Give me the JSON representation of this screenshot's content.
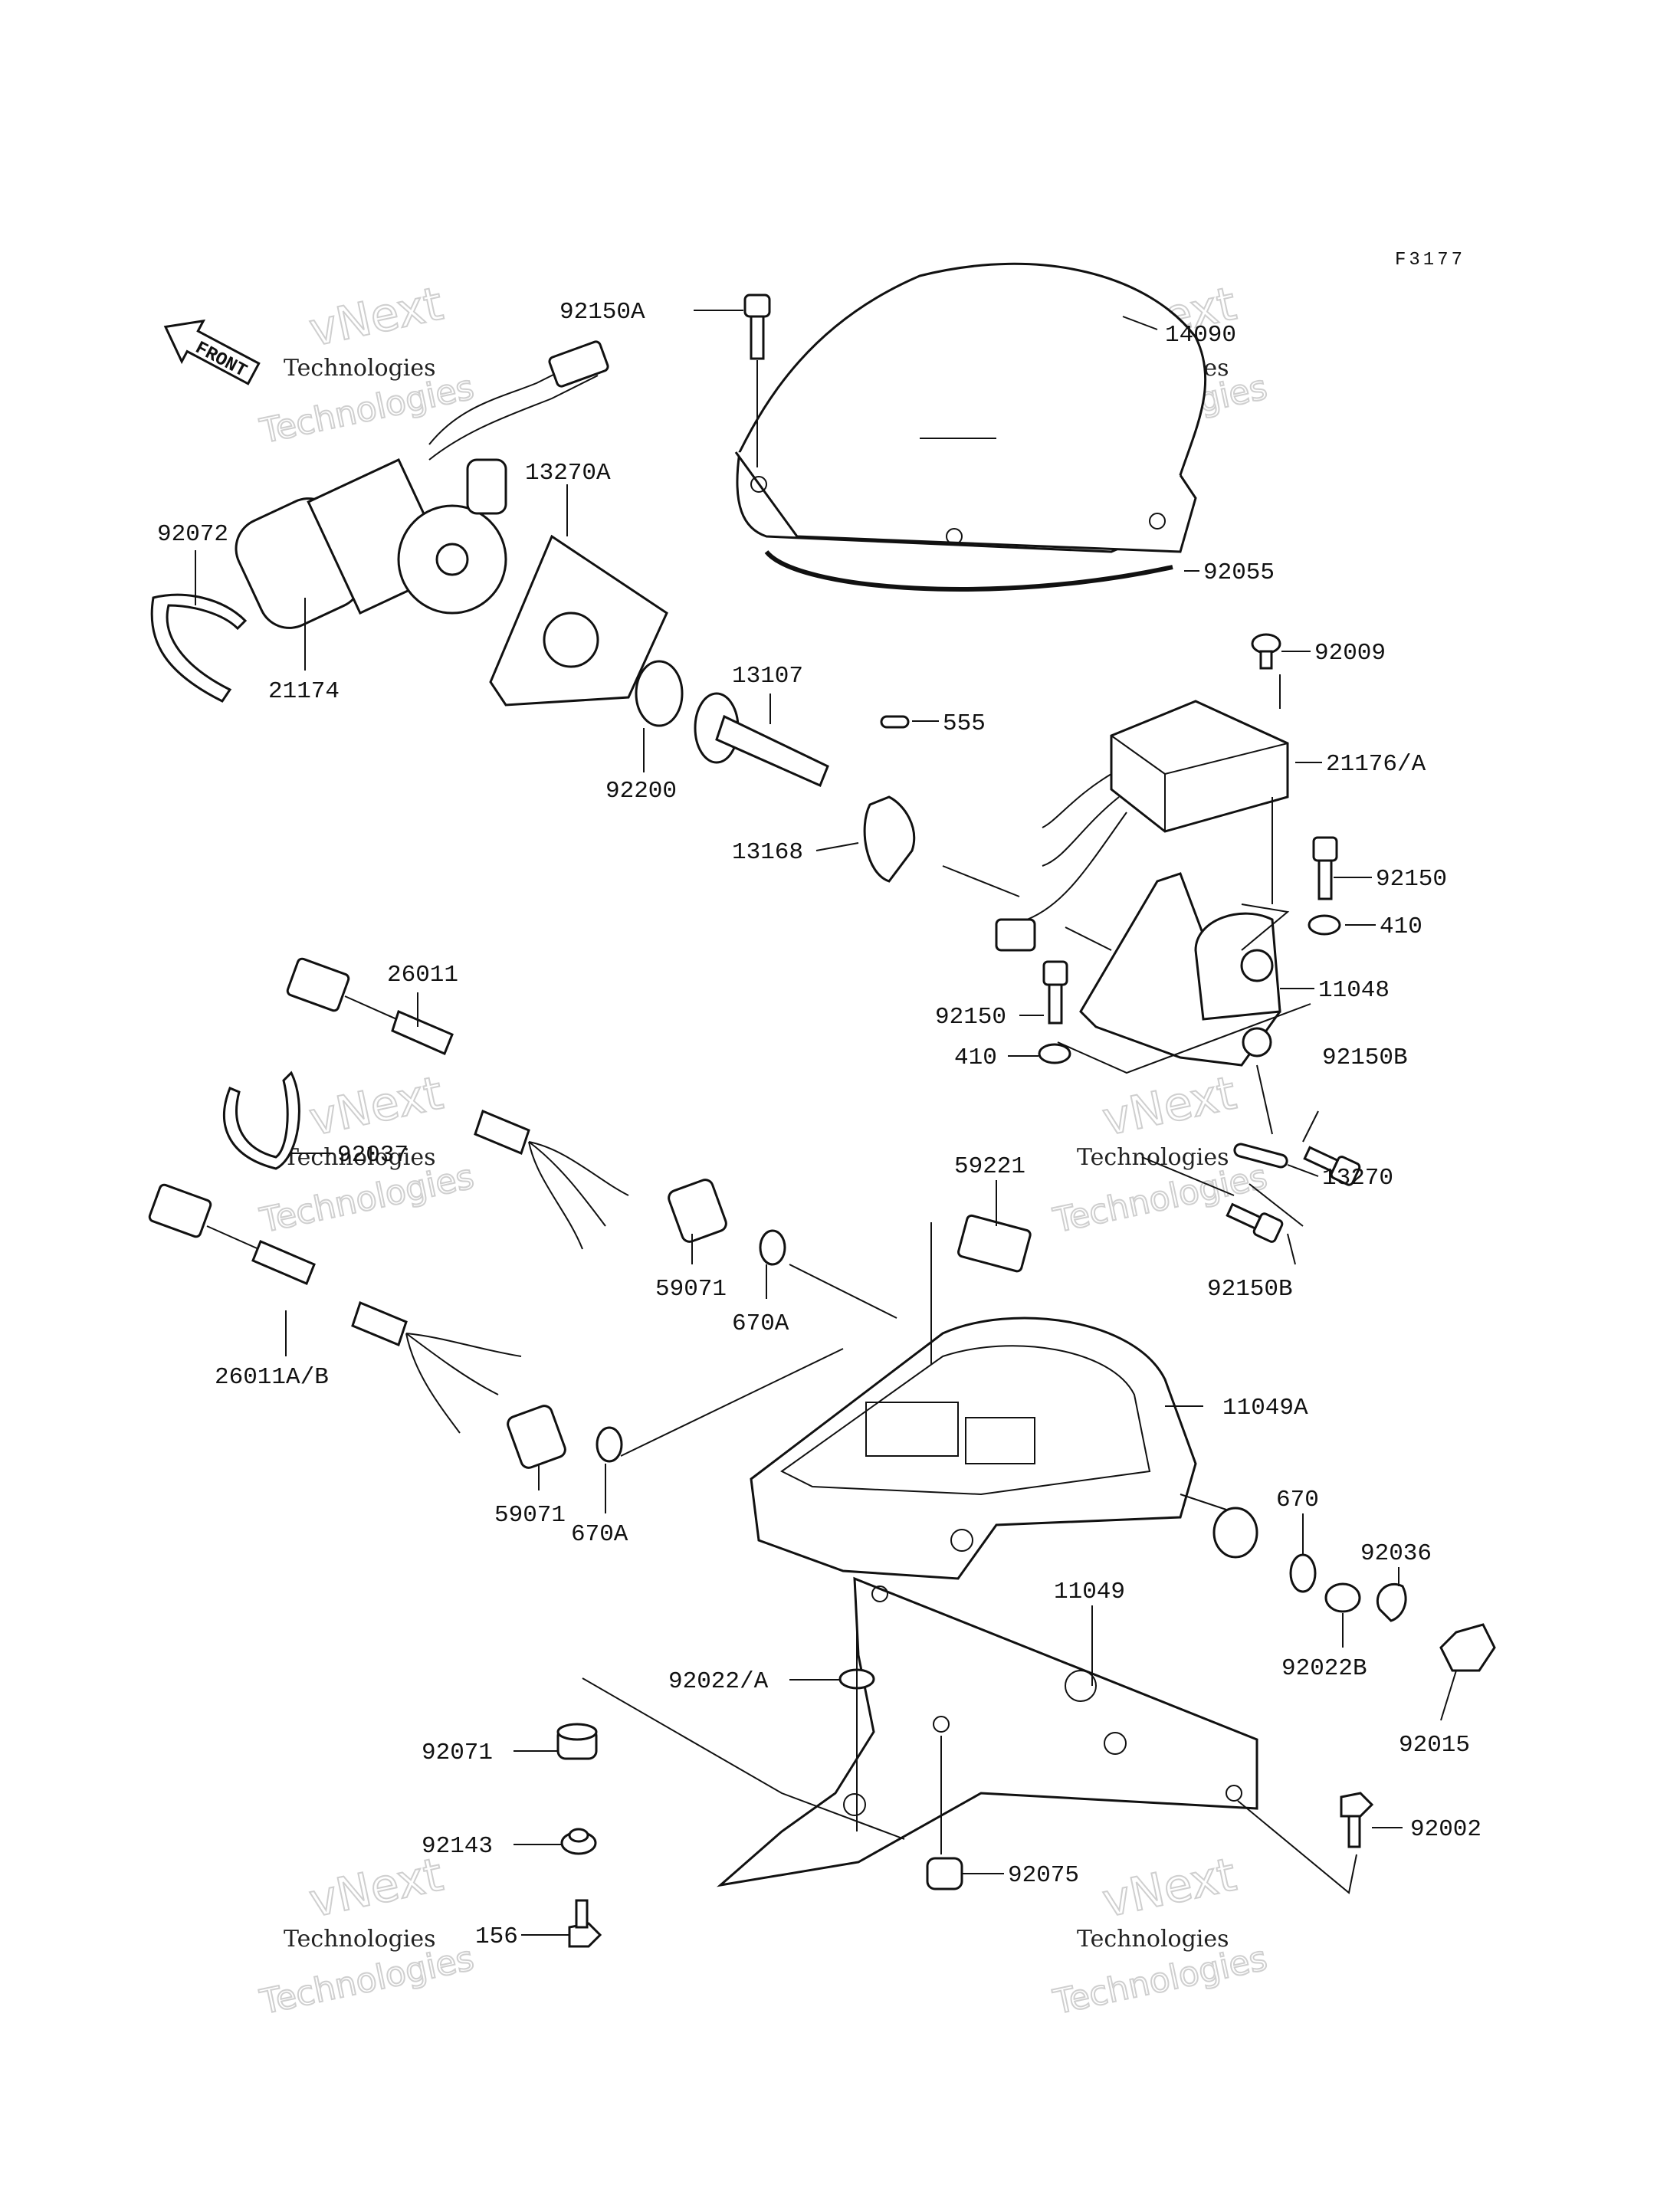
{
  "figure_code": "F3177",
  "front_label": "FRONT",
  "watermark": {
    "line1": "vNext",
    "line2": "Technologies"
  },
  "part_labels": [
    "92150A",
    "14090",
    "92055",
    "13270A",
    "92072",
    "21174",
    "92200",
    "13107",
    "555",
    "92009",
    "21176/A",
    "13168",
    "92150",
    "410",
    "11048",
    "92150",
    "410",
    "92150B",
    "13270",
    "92150B",
    "26011",
    "92037",
    "59221",
    "59071",
    "670A",
    "26011A/B",
    "11049A",
    "59071",
    "670A",
    "670",
    "92036",
    "11049",
    "92022B",
    "92022/A",
    "92015",
    "92071",
    "92002",
    "92143",
    "92075",
    "156"
  ]
}
